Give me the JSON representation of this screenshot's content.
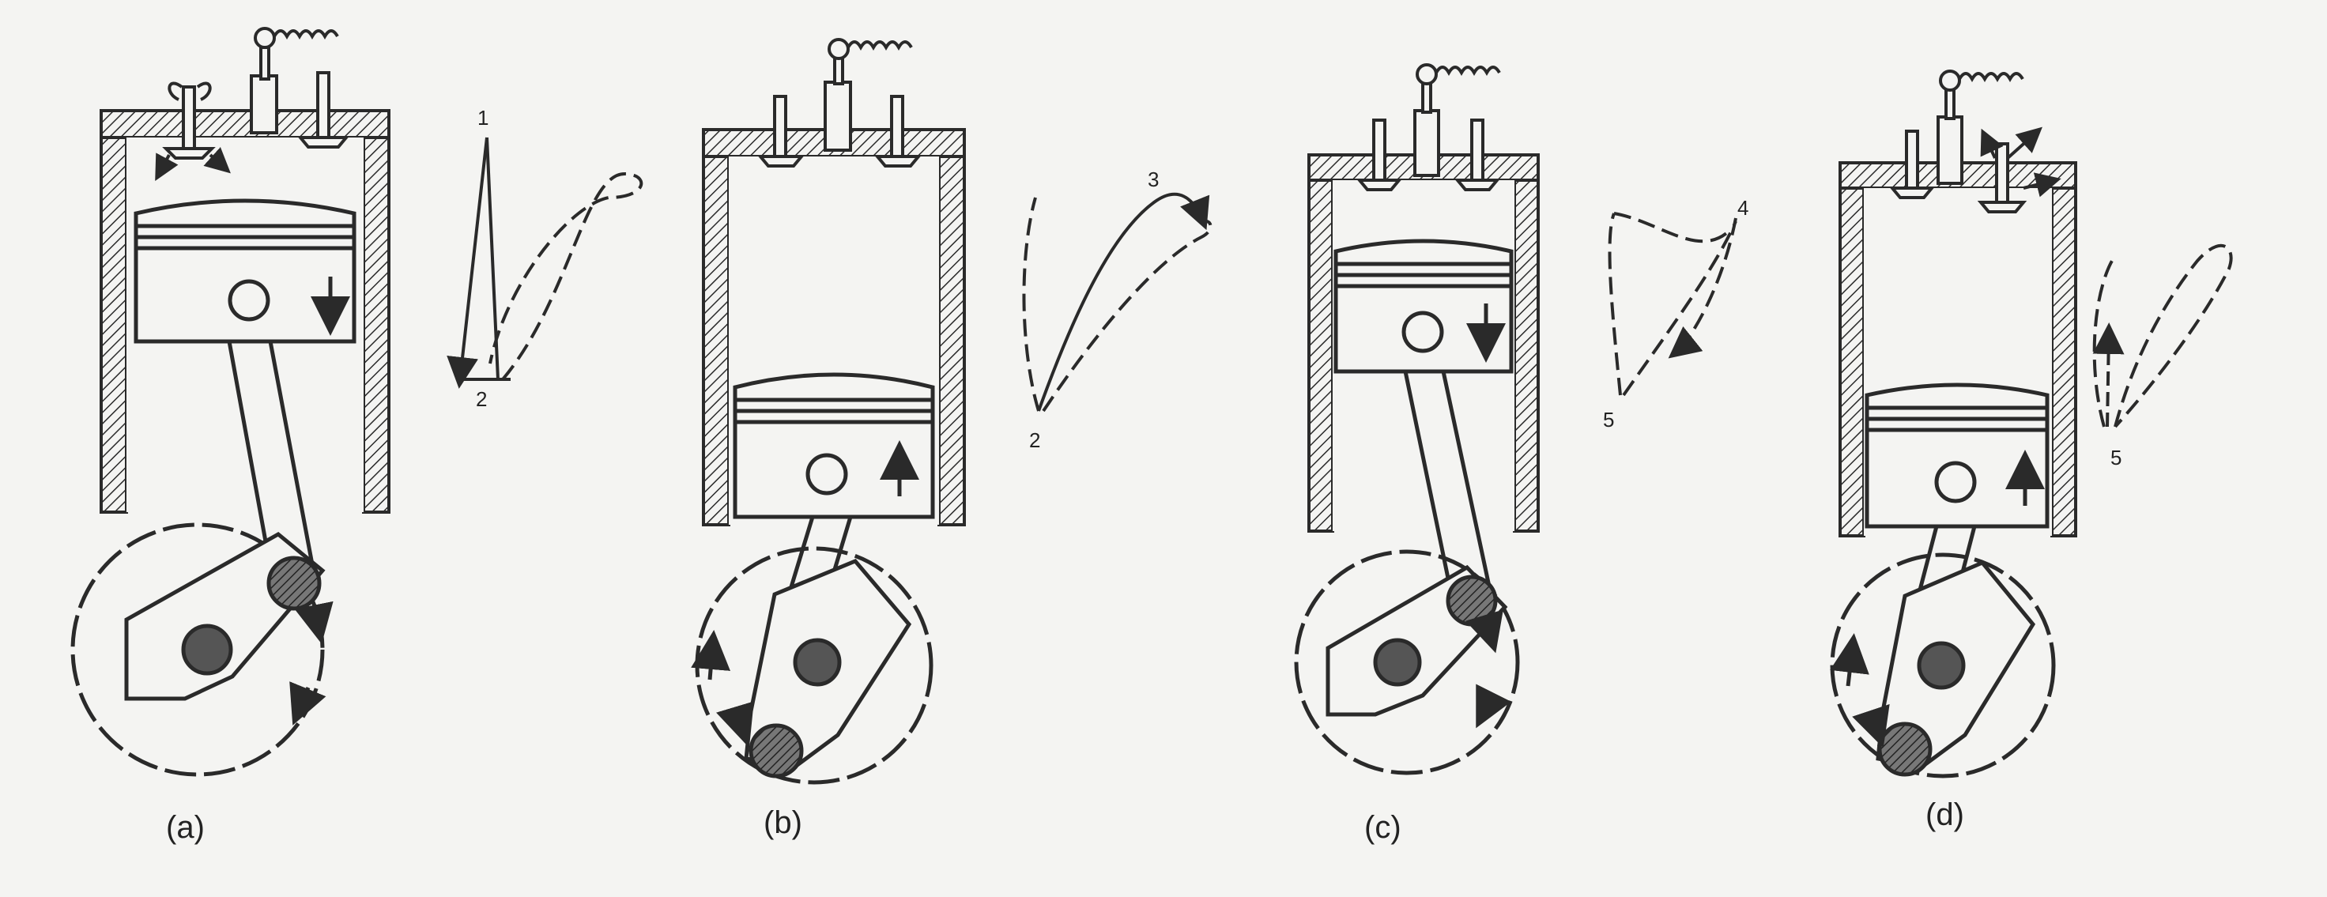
{
  "figure": {
    "panels": [
      {
        "caption": "(a)",
        "points": [
          "1",
          "2"
        ]
      },
      {
        "caption": "(b)",
        "points": [
          "3",
          "2"
        ]
      },
      {
        "caption": "(c)",
        "points": [
          "4",
          "5"
        ]
      },
      {
        "caption": "(d)",
        "points": [
          "5"
        ]
      }
    ]
  },
  "colors": {
    "ink": "#2a2a2a",
    "paper": "#f4f4f2",
    "pin": "#555555"
  }
}
